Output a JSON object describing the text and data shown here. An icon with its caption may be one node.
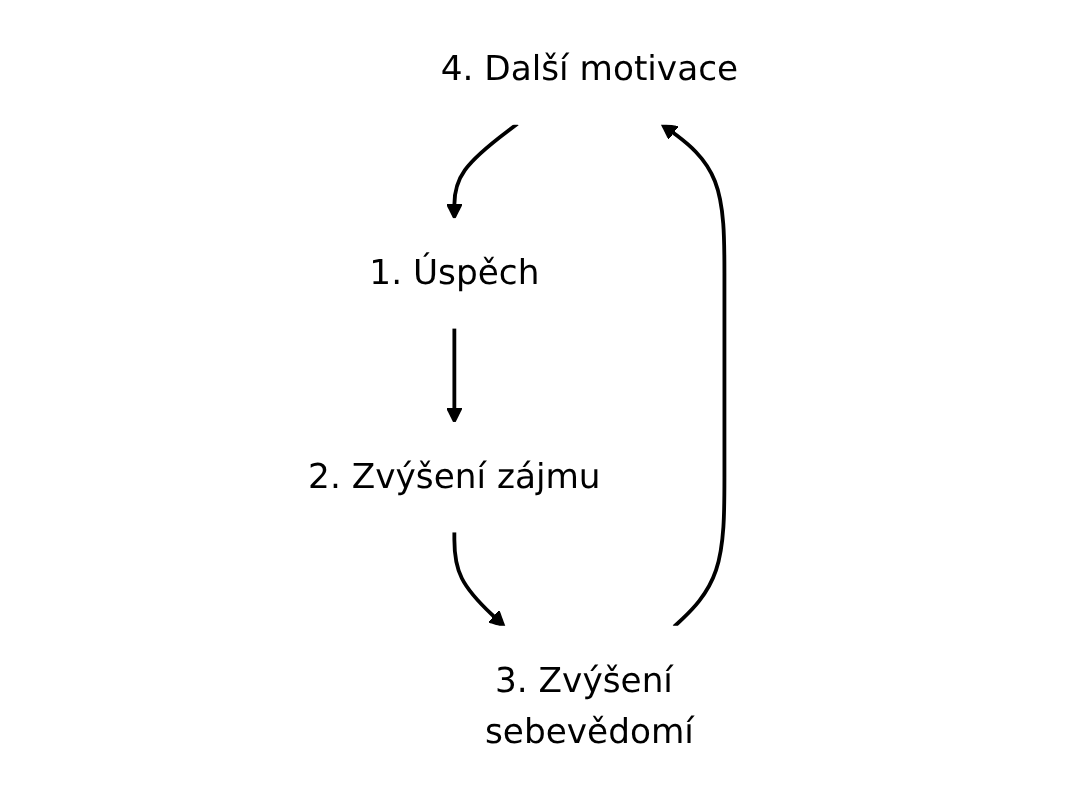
{
  "diagram": {
    "nodes": [
      {
        "text": [
          "4. Další motivace"
        ]
      },
      {
        "text": [
          "1. Úspěch"
        ]
      },
      {
        "text": [
          "3. Zvýšení sebevědomí"
        ]
      },
      {
        "text": [
          "2. Zvýšení zájmu"
        ]
      }
    ],
    "edges": [
      {
        "from": 0,
        "to": 1,
        "arrow": "to"
      },
      {
        "from": 1,
        "to": 3,
        "arrow": "to"
      },
      {
        "from": 3,
        "to": 2,
        "arrow": "to"
      },
      {
        "from": 2,
        "to": 0,
        "arrow": "to"
      }
    ]
  }
}
